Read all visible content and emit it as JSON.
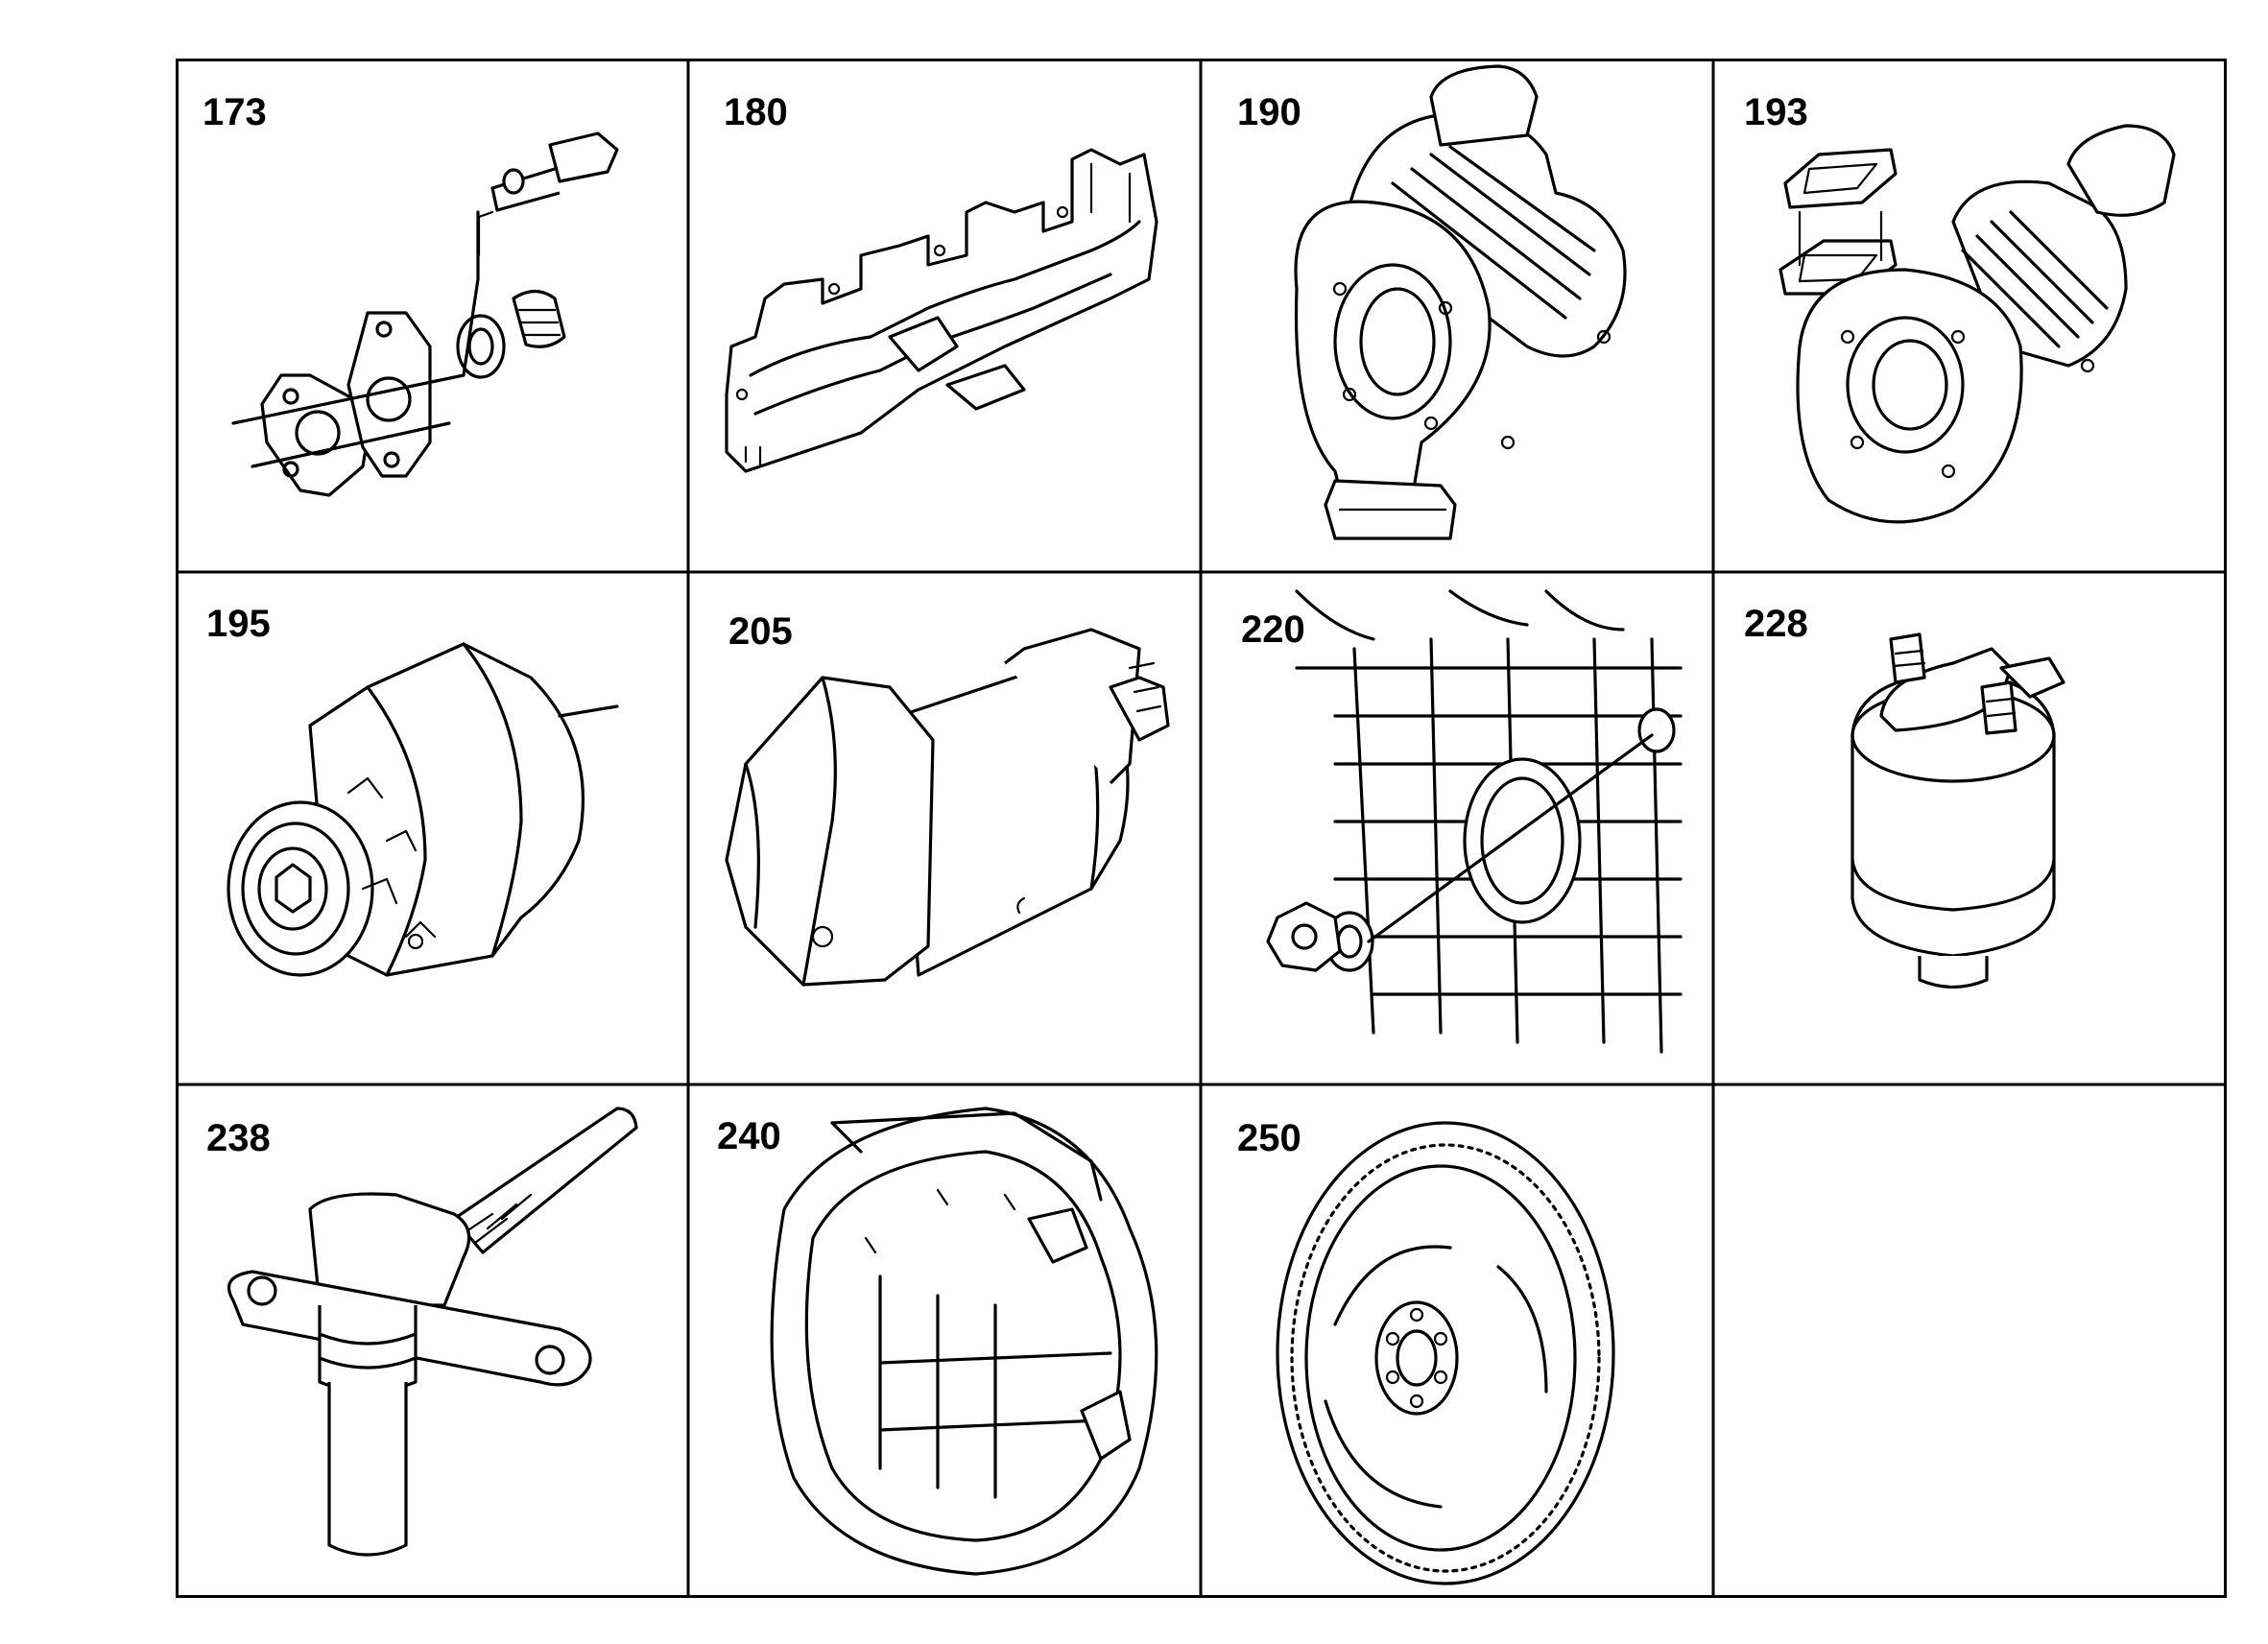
{
  "cells": [
    {
      "label": "173",
      "part": "drain-plug-flange"
    },
    {
      "label": "180",
      "part": "exhaust-manifold"
    },
    {
      "label": "190",
      "part": "turbocharger"
    },
    {
      "label": "193",
      "part": "turbocharger-with-gasket"
    },
    {
      "label": "195",
      "part": "alternator"
    },
    {
      "label": "205",
      "part": "starter-motor"
    },
    {
      "label": "220",
      "part": "crankcase-seal"
    },
    {
      "label": "228",
      "part": "pressure-switch"
    },
    {
      "label": "238",
      "part": "speed-sensor"
    },
    {
      "label": "240",
      "part": "flywheel-housing"
    },
    {
      "label": "250",
      "part": "flywheel"
    },
    {
      "label": "",
      "part": ""
    }
  ],
  "colors": {
    "line": "#000000",
    "background": "#ffffff"
  }
}
